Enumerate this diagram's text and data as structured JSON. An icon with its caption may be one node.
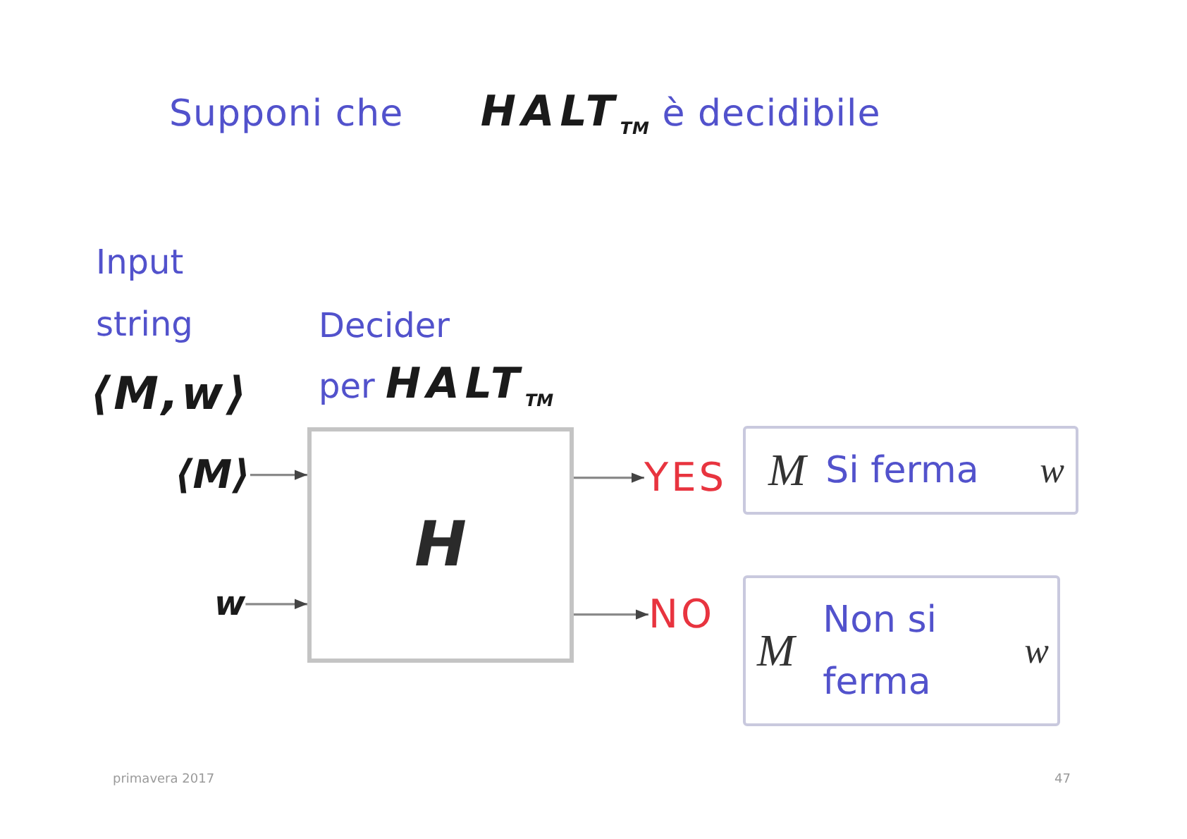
{
  "diagram": {
    "title": "Supponi che *HALT*$_{TM}$ è decidibile",
    "nodes": [
      {
        "text": [
          "⟨M⟩"
        ]
      },
      {
        "text": [
          "w"
        ]
      },
      {
        "text": [
          "Decider per *HALT*$_{TM}$",
          "H"
        ]
      },
      {
        "text": [
          "YES"
        ]
      },
      {
        "text": [
          "NO"
        ]
      },
      {
        "text": [
          "M",
          "Si ferma",
          "w"
        ]
      },
      {
        "text": [
          "M",
          "Non si ferma",
          "w"
        ]
      }
    ],
    "edges": [
      {
        "from": 0,
        "to": 2,
        "arrow": "to"
      },
      {
        "from": 1,
        "to": 2,
        "arrow": "to"
      },
      {
        "from": 2,
        "to": 3,
        "arrow": "to"
      },
      {
        "from": 2,
        "to": 4,
        "arrow": "to"
      }
    ],
    "labels": [
      "Input string",
      "⟨M,w⟩",
      "primavera 2017",
      "47"
    ]
  }
}
